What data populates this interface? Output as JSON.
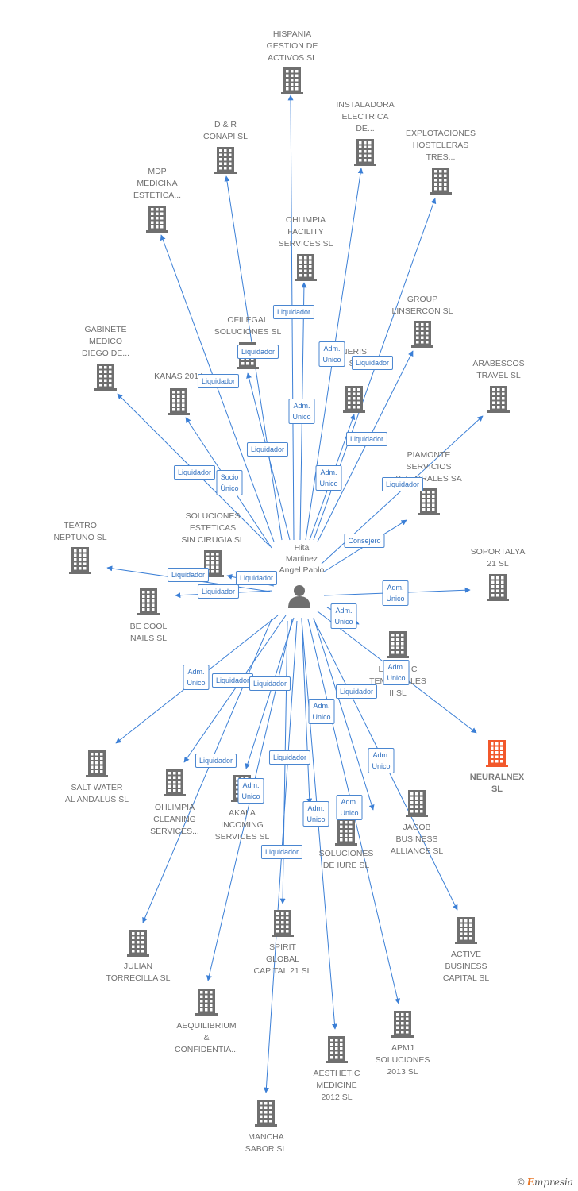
{
  "center": {
    "name": "Hita\nMartinez\nAngel Pablo"
  },
  "colors": {
    "edge": "#3b7fd6",
    "building": "#6f6f6f",
    "highlight": "#f2582b"
  },
  "nodes": [
    {
      "name": "HISPANIA\nGESTION DE\nACTIVOS SL",
      "highlight": false
    },
    {
      "name": "INSTALADORA\nELECTRICA\nDE...",
      "highlight": false
    },
    {
      "name": "D & R\nCONAPI SL",
      "highlight": false
    },
    {
      "name": "EXPLOTACIONES\nHOSTELERAS\nTRES...",
      "highlight": false
    },
    {
      "name": "MDP\nMEDICINA\nESTETICA...",
      "highlight": false
    },
    {
      "name": "OHLIMPIA\nFACILITY\nSERVICES SL",
      "highlight": false
    },
    {
      "name": "GROUP\nLINSERCON SL",
      "highlight": false
    },
    {
      "name": "GABINETE\nMEDICO\nDIEGO DE...",
      "highlight": false
    },
    {
      "name": "OFILEGAL\nSOLUCIONES SL",
      "highlight": false
    },
    {
      "name": "NERIS\nSL",
      "highlight": false
    },
    {
      "name": "ARABESCOS\nTRAVEL SL",
      "highlight": false
    },
    {
      "name": "KANAS 2014",
      "highlight": false
    },
    {
      "name": "PIAMONTE\nSERVICIOS\nINTEGRALES SA",
      "highlight": false
    },
    {
      "name": "TEATRO\nNEPTUNO SL",
      "highlight": false
    },
    {
      "name": "SOLUCIONES\nESTETICAS\nSIN CIRUGIA SL",
      "highlight": false
    },
    {
      "name": "SOPORTALYA\n21 SL",
      "highlight": false
    },
    {
      "name": "BE COOL\nNAILS SL",
      "highlight": false
    },
    {
      "name": "LOGISTIC\nTEMPORALES\nII SL",
      "highlight": false
    },
    {
      "name": "NEURALNEX\nSL",
      "highlight": true
    },
    {
      "name": "SALT WATER\nAL ANDALUS SL",
      "highlight": false
    },
    {
      "name": "OHLIMPIA\nCLEANING\nSERVICES...",
      "highlight": false
    },
    {
      "name": "AKALA\nINCOMING\nSERVICES SL",
      "highlight": false
    },
    {
      "name": "SOLUCIONES\nDE IURE SL",
      "highlight": false
    },
    {
      "name": "JACOB\nBUSINESS\nALLIANCE SL",
      "highlight": false
    },
    {
      "name": "JULIAN\nTORRECILLA SL",
      "highlight": false
    },
    {
      "name": "SPIRIT\nGLOBAL\nCAPITAL 21 SL",
      "highlight": false
    },
    {
      "name": "ACTIVE\nBUSINESS\nCAPITAL SL",
      "highlight": false
    },
    {
      "name": "AEQUILIBRIUM\n&\nCONFIDENTIA...",
      "highlight": false
    },
    {
      "name": "APMJ\nSOLUCIONES\n2013 SL",
      "highlight": false
    },
    {
      "name": "AESTHETIC\nMEDICINE\n2012 SL",
      "highlight": false
    },
    {
      "name": "MANCHA\nSABOR SL",
      "highlight": false
    }
  ],
  "edges": [
    {
      "label": "Liquidador"
    },
    {
      "label": "Adm.\nUnico"
    },
    {
      "label": "Liquidador"
    },
    {
      "label": "Liquidador"
    },
    {
      "label": "Liquidador"
    },
    {
      "label": "Adm.\nUnico"
    },
    {
      "label": "Liquidador"
    },
    {
      "label": "Liquidador"
    },
    {
      "label": "Liquidador"
    },
    {
      "label": "Adm.\nUnico"
    },
    {
      "label": "Liquidador"
    },
    {
      "label": "Socio\nÚnico"
    },
    {
      "label": "Consejero"
    },
    {
      "label": "Liquidador"
    },
    {
      "label": "Liquidador"
    },
    {
      "label": "Adm.\nUnico"
    },
    {
      "label": "Liquidador"
    },
    {
      "label": "Adm.\nUnico"
    },
    {
      "label": "Adm.\nUnico"
    },
    {
      "label": "Adm.\nUnico"
    },
    {
      "label": "Liquidador"
    },
    {
      "label": "Liquidador"
    },
    {
      "label": "Liquidador"
    },
    {
      "label": "Adm.\nUnico"
    },
    {
      "label": "Liquidador"
    },
    {
      "label": "Liquidador"
    },
    {
      "label": "Adm.\nUnico"
    },
    {
      "label": "Adm.\nUnico"
    },
    {
      "label": "Adm.\nUnico"
    },
    {
      "label": "Adm.\nUnico"
    },
    {
      "label": "Liquidador"
    }
  ],
  "footer": {
    "copyright": "©",
    "brand_first": "E",
    "brand_rest": "mpresia"
  }
}
